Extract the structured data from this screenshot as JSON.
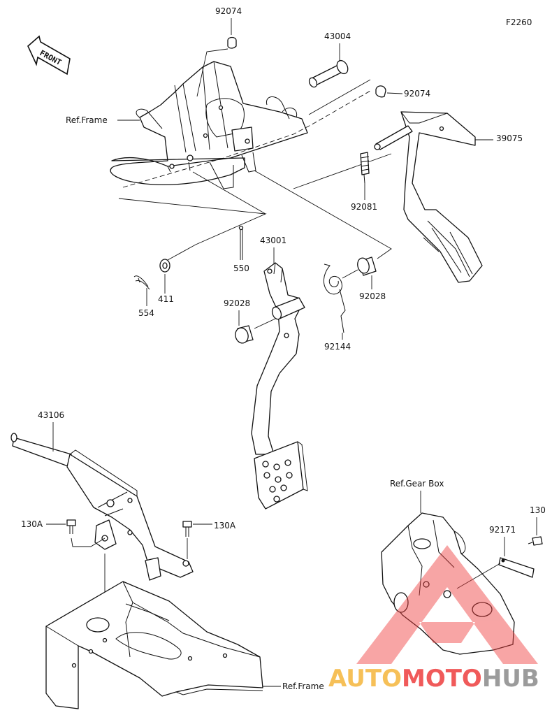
{
  "diagram_id": "F2260",
  "front_label": "FRONT",
  "parts": {
    "p92074_top": "92074",
    "p43004": "43004",
    "p92074_right": "92074",
    "p39075": "39075",
    "p92081": "92081",
    "p43001": "43001",
    "p550": "550",
    "p411": "411",
    "p554": "554",
    "p92028_left": "92028",
    "p92028_right": "92028",
    "p92144": "92144",
    "p43106": "43106",
    "p130A_left": "130A",
    "p130A_right": "130A",
    "p92171": "92171",
    "p130": "130"
  },
  "refs": {
    "frame_top": "Ref.Frame",
    "frame_bottom": "Ref.Frame",
    "gear_box": "Ref.Gear Box"
  },
  "watermark": {
    "part1": "AUTO",
    "part2": "MOTO",
    "part3": "HUB",
    "colors": {
      "orange": "#f5b63c",
      "red": "#ee3e3e",
      "gray": "#8a8a8a"
    }
  }
}
